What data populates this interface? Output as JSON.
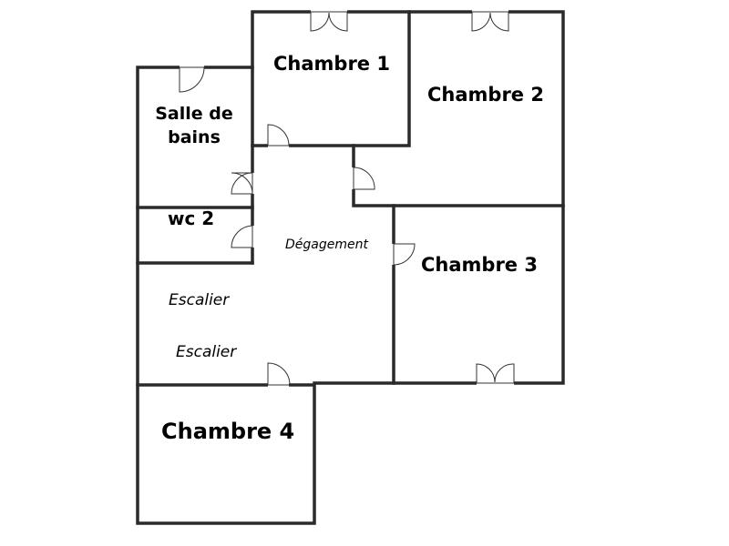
{
  "plan": {
    "rooms": {
      "chambre1": "Chambre 1",
      "chambre2": "Chambre 2",
      "chambre3": "Chambre 3",
      "chambre4": "Chambre 4",
      "salle_de_bains_line1": "Salle de",
      "salle_de_bains_line2": "bains",
      "wc2": "wc 2",
      "degagement": "Dégagement",
      "escalier1": "Escalier",
      "escalier2": "Escalier"
    }
  }
}
